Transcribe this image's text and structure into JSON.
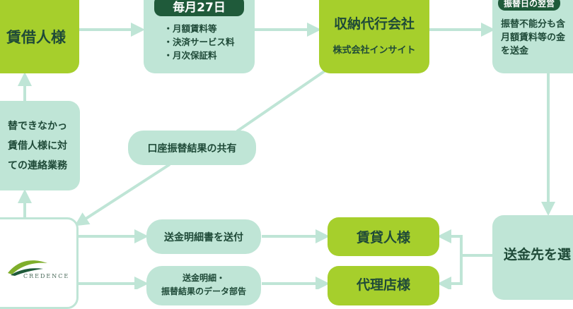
{
  "colors": {
    "lime": "#a6cf2c",
    "mint": "#bfe5d6",
    "arrow": "#bfe5d6",
    "dark_green": "#1f5a3a",
    "text": "#1f4a38"
  },
  "tenant_top": {
    "label": "賃借人様"
  },
  "schedule": {
    "tag": "毎月27日",
    "items": [
      "・月額賃料等",
      "・決済サービス料",
      "・月次保証料"
    ]
  },
  "agent": {
    "title": "収納代行会社",
    "company": "株式会社インサイト"
  },
  "next_day": {
    "tag": "振替日の翌営",
    "lines": [
      "振替不能分も含",
      "月額賃料等の金",
      "を送金"
    ]
  },
  "failed_contact": {
    "lines": [
      "替できなかっ",
      "賃借人様に対",
      "ての連絡業務"
    ]
  },
  "share_results": {
    "label": "口座振替結果の共有"
  },
  "credence": {
    "logo_text": "CREDENCE"
  },
  "send_statement": {
    "label": "送金明細書を送付"
  },
  "landlord": {
    "label": "賃貸人様"
  },
  "remit_dest": {
    "label": "送金先を選"
  },
  "statement_data": {
    "lines": [
      "送金明細・",
      "振替結果のデータ部告"
    ]
  },
  "agency": {
    "label": "代理店様"
  }
}
